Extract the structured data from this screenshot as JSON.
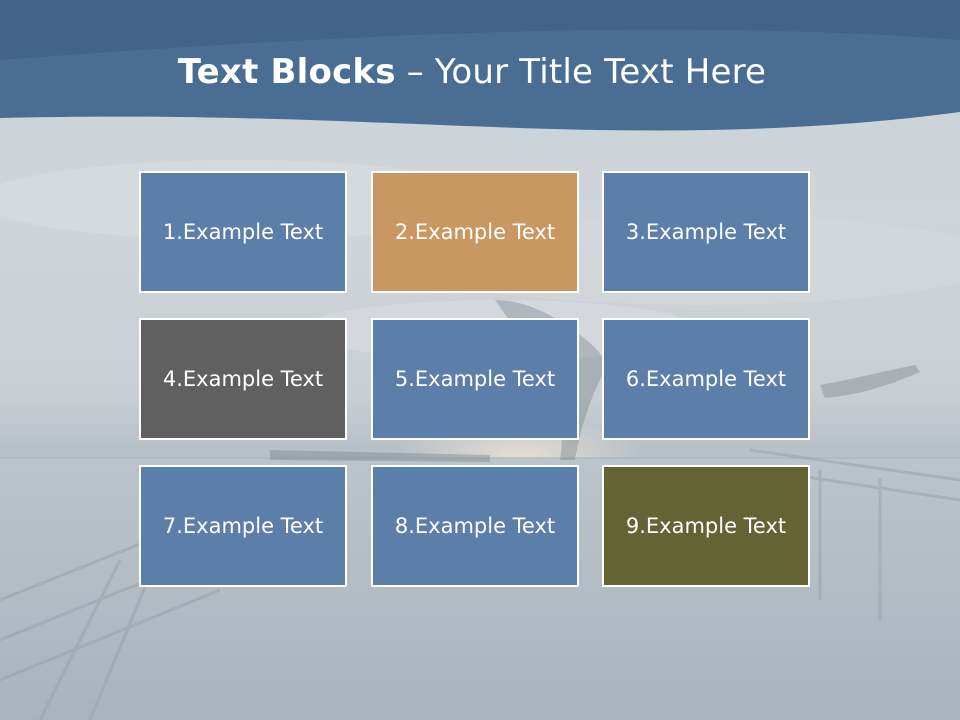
{
  "slide": {
    "title_bold": "Text Blocks",
    "title_separator": " – ",
    "title_rest": "Your Title Text Here",
    "blocks": [
      {
        "label": "1.Example Text",
        "color": "#5b7fa8"
      },
      {
        "label": "2.Example Text",
        "color": "#c99762"
      },
      {
        "label": "3.Example Text",
        "color": "#5b7fa8"
      },
      {
        "label": "4.Example Text",
        "color": "#606060"
      },
      {
        "label": "5.Example Text",
        "color": "#5b7fa8"
      },
      {
        "label": "6.Example Text",
        "color": "#5b7fa8"
      },
      {
        "label": "7.Example Text",
        "color": "#5b7fa8"
      },
      {
        "label": "8.Example Text",
        "color": "#5b7fa8"
      },
      {
        "label": "9.Example Text",
        "color": "#636334"
      }
    ],
    "colors": {
      "header_band": "#4a6d94",
      "block_border": "#ffffff"
    }
  }
}
